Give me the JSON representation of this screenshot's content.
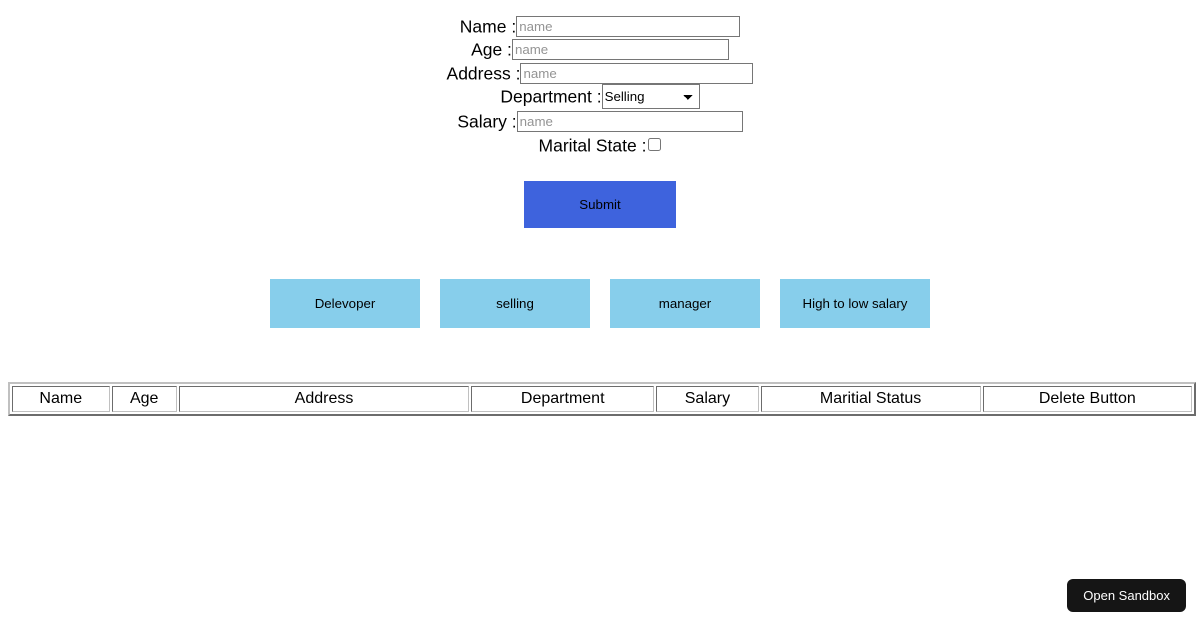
{
  "form": {
    "fields": [
      {
        "label": "Name :",
        "placeholder": "name",
        "value": "",
        "type": "text"
      },
      {
        "label": "Age :",
        "placeholder": "name",
        "value": "",
        "type": "text"
      },
      {
        "label": "Address :",
        "placeholder": "name",
        "value": "",
        "type": "text"
      },
      {
        "label": "Department :",
        "selected": "Selling",
        "type": "select",
        "options": [
          "Selling"
        ]
      },
      {
        "label": "Salary :",
        "placeholder": "name",
        "value": "",
        "type": "text"
      },
      {
        "label": "Marital State :",
        "checked": false,
        "type": "checkbox"
      }
    ],
    "submit_label": "Submit"
  },
  "filters": {
    "buttons": [
      {
        "label": "Delevoper"
      },
      {
        "label": "selling"
      },
      {
        "label": "manager"
      },
      {
        "label": "High to low salary"
      }
    ],
    "color": "#87ceeb"
  },
  "table": {
    "headers": [
      "Name",
      "Age",
      "Address",
      "Department",
      "Salary",
      "Maritial Status",
      "Delete Button"
    ],
    "rows": []
  },
  "sandbox": {
    "label": "Open Sandbox"
  },
  "colors": {
    "submit_blue": "#3e63dd",
    "filter_blue": "#87ceeb",
    "sandbox_dark": "#151515",
    "page_bg": "#ffffff"
  }
}
